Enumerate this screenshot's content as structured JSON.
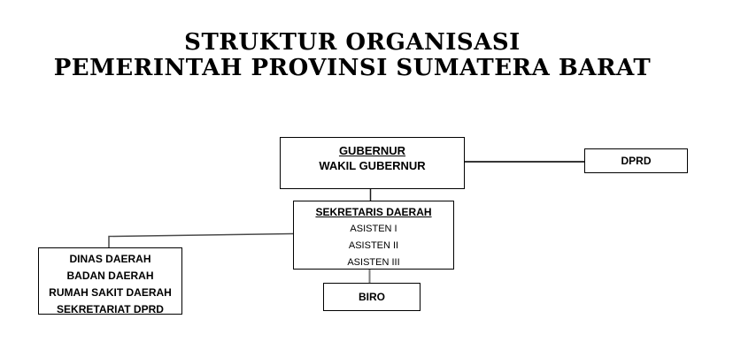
{
  "title": {
    "line1": "STRUKTUR ORGANISASI",
    "line2": "PEMERINTAH PROVINSI SUMATERA BARAT"
  },
  "org": {
    "gubernur": {
      "title": "GUBERNUR",
      "subtitle": "WAKIL GUBERNUR"
    },
    "dprd": {
      "label": "DPRD"
    },
    "sekretaris": {
      "title": "SEKRETARIS DAERAH",
      "asisten": [
        "ASISTEN I",
        "ASISTEN II",
        "ASISTEN III"
      ]
    },
    "perangkat": {
      "lines": [
        "DINAS DAERAH",
        "BADAN DAERAH",
        "RUMAH SAKIT DAERAH",
        "SEKRETARIAT DPRD"
      ]
    },
    "biro": {
      "label": "BIRO"
    }
  },
  "colors": {
    "background": "#ffffff",
    "text": "#000000",
    "box_border": "#000000",
    "connector_dark": "#1a1a1a",
    "connector_mid": "#4a4a4a",
    "connector_gray": "#7f7f7f"
  }
}
